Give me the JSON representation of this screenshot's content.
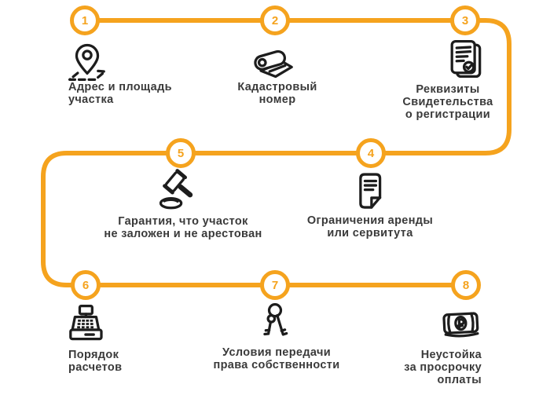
{
  "palette": {
    "orange": "#F5A31E",
    "text": "#3A3A3A",
    "icon": "#1D1D1D",
    "background": "#FFFFFF"
  },
  "steps": [
    {
      "number": "1",
      "icon": "map-pin-icon",
      "label_lines": [
        "Адрес и площадь",
        "участка"
      ]
    },
    {
      "number": "2",
      "icon": "rolled-plan-icon",
      "label_lines": [
        "Кадастровый",
        "номер"
      ]
    },
    {
      "number": "3",
      "icon": "certificate-icon",
      "label_lines": [
        "Реквизиты",
        "Свидетельства",
        "о регистрации"
      ]
    },
    {
      "number": "4",
      "icon": "document-icon",
      "label_lines": [
        "Ограничения аренды",
        "или сервитута"
      ]
    },
    {
      "number": "5",
      "icon": "gavel-icon",
      "label_lines": [
        "Гарантия, что участок",
        "не заложен и не арестован"
      ]
    },
    {
      "number": "6",
      "icon": "cash-register-icon",
      "label_lines": [
        "Порядок",
        "расчетов"
      ]
    },
    {
      "number": "7",
      "icon": "keys-icon",
      "label_lines": [
        "Условия передачи",
        "права собственности"
      ]
    },
    {
      "number": "8",
      "icon": "banknote-icon",
      "label_lines": [
        "Неустойка",
        "за просрочку",
        "оплаты"
      ]
    }
  ]
}
